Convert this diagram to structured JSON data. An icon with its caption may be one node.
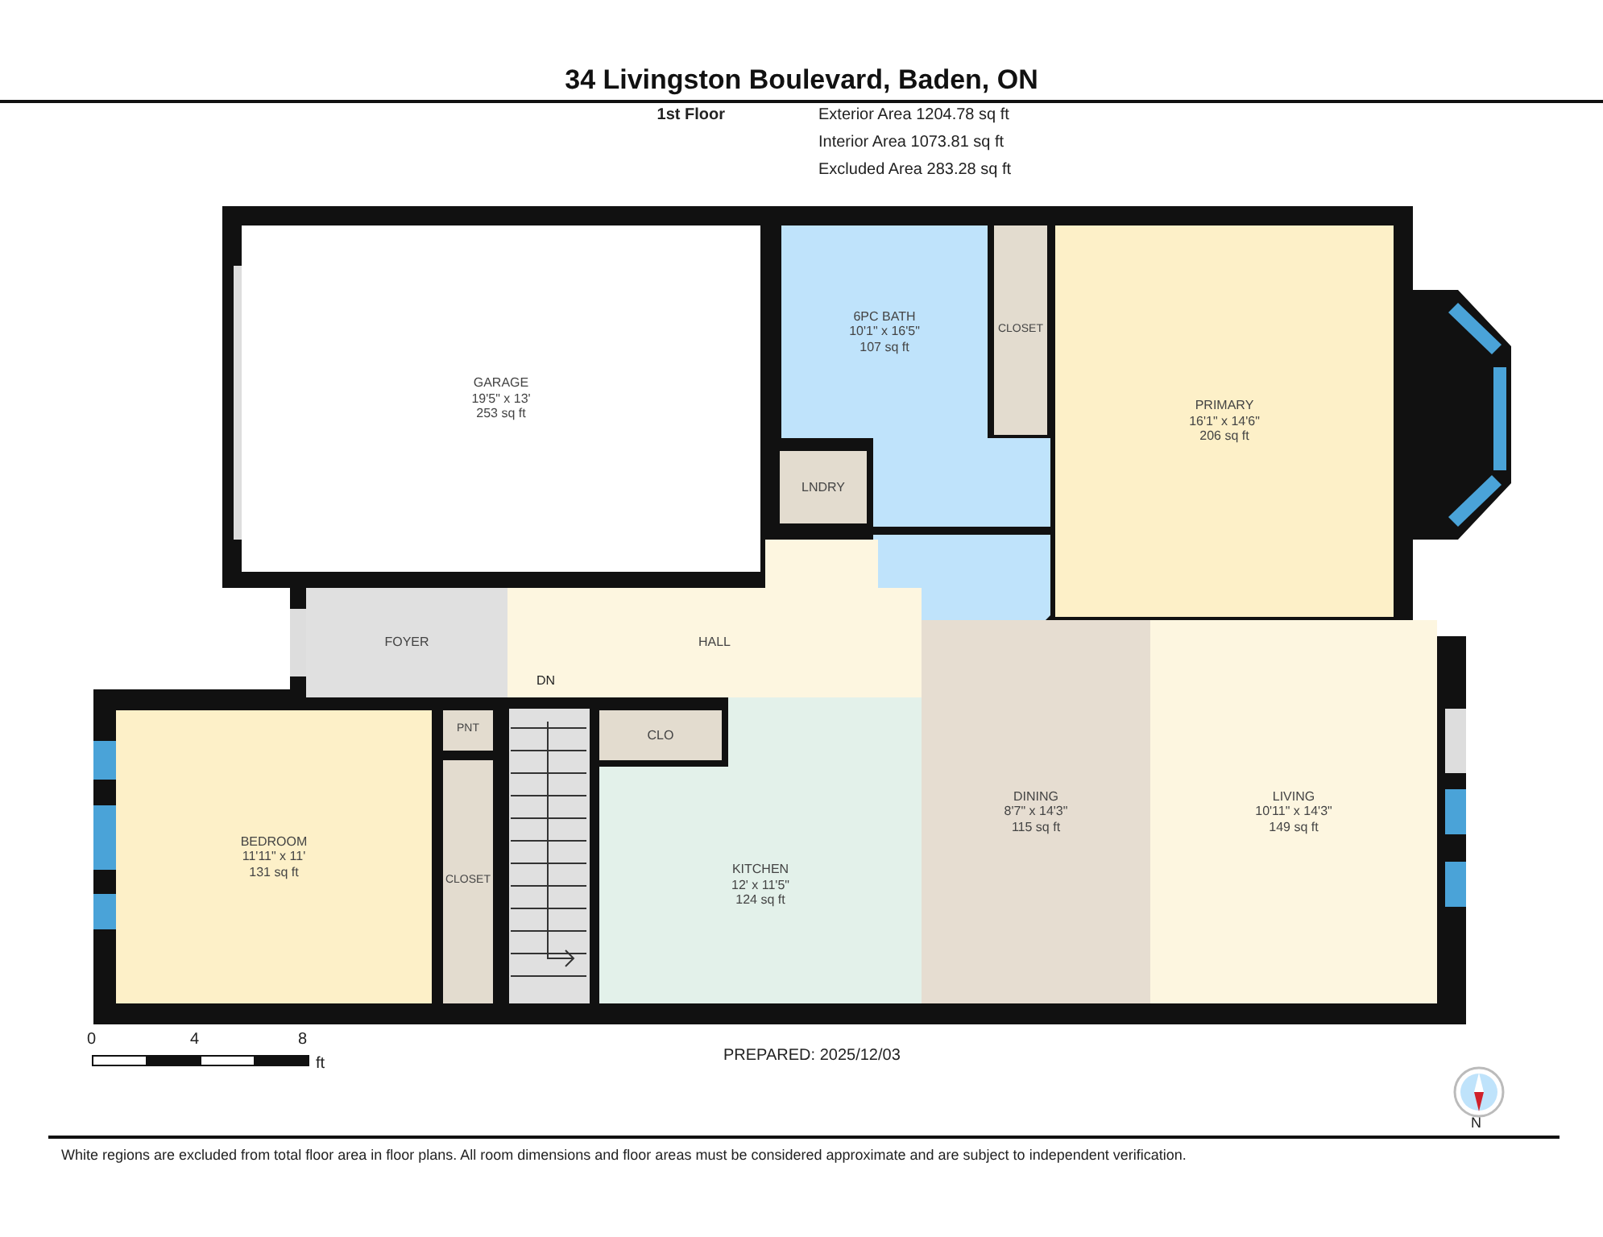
{
  "diagram": {
    "title": "34 Livingston Boulevard, Baden, ON",
    "nodes": [
      {
        "text": [
          "GARAGE",
          "19'5\" x 13'",
          "253 sq ft"
        ]
      },
      {
        "text": [
          "6PC BATH",
          "10'1\" x 16'5\"",
          "107 sq ft"
        ]
      },
      {
        "text": [
          "CLOSET"
        ]
      },
      {
        "text": [
          "PRIMARY",
          "16'1\" x 14'6\"",
          "206 sq ft"
        ]
      },
      {
        "text": [
          "LNDRY"
        ]
      },
      {
        "text": [
          "FOYER"
        ]
      },
      {
        "text": [
          "HALL"
        ]
      },
      {
        "text": [
          "PNT"
        ]
      },
      {
        "text": [
          "CLO"
        ]
      },
      {
        "text": [
          "BEDROOM",
          "11'11\" x 11'",
          "131 sq ft"
        ]
      },
      {
        "text": [
          "CLOSET"
        ]
      },
      {
        "text": [
          "KITCHEN",
          "12' x 11'5\"",
          "124 sq ft"
        ]
      },
      {
        "text": [
          "DINING",
          "8'7\" x 14'3\"",
          "115 sq ft"
        ]
      },
      {
        "text": [
          "LIVING",
          "10'11\" x 14'3\"",
          "149 sq ft"
        ]
      }
    ],
    "labels": [
      "1st Floor",
      "Exterior Area 1204.78 sq ft",
      "Interior Area 1073.81 sq ft",
      "Excluded Area 283.28 sq ft",
      "DN",
      "0",
      "4",
      "8",
      "ft",
      "PREPARED: 2025/12/03",
      "N",
      "White regions are excluded from total floor area in floor plans. All room dimensions and floor areas must be considered approximate and are subject to independent verification."
    ]
  }
}
